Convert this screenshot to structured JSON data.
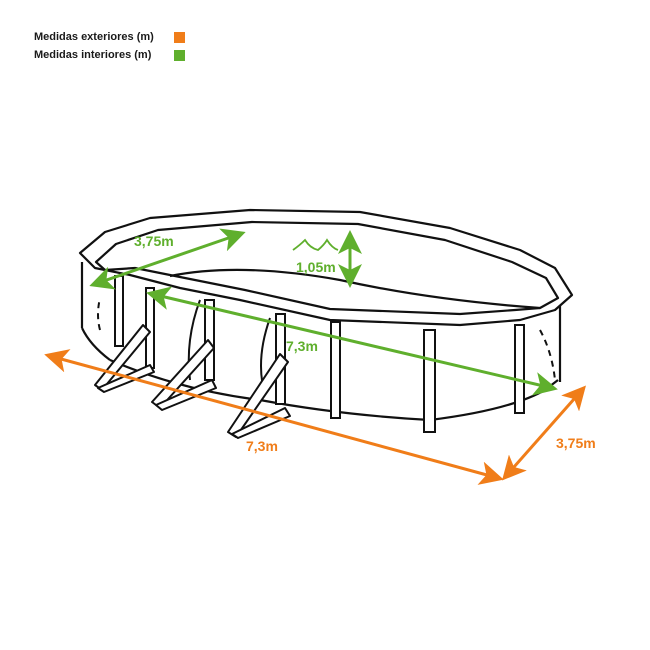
{
  "legend": {
    "items": [
      {
        "label": "Medidas exteriores (m)",
        "color": "#f07d19"
      },
      {
        "label": "Medidas interiores (m)",
        "color": "#5faf2d"
      }
    ]
  },
  "dimensions": {
    "interior": {
      "width": "3,75m",
      "depth": "1,05m",
      "length": "7,3m"
    },
    "exterior": {
      "length": "7,3m",
      "width": "3,75m"
    }
  },
  "icons": {
    "water_level": "water-wave-icon"
  },
  "colors": {
    "exterior": "#f07d19",
    "interior": "#5faf2d",
    "outline": "#111111"
  }
}
